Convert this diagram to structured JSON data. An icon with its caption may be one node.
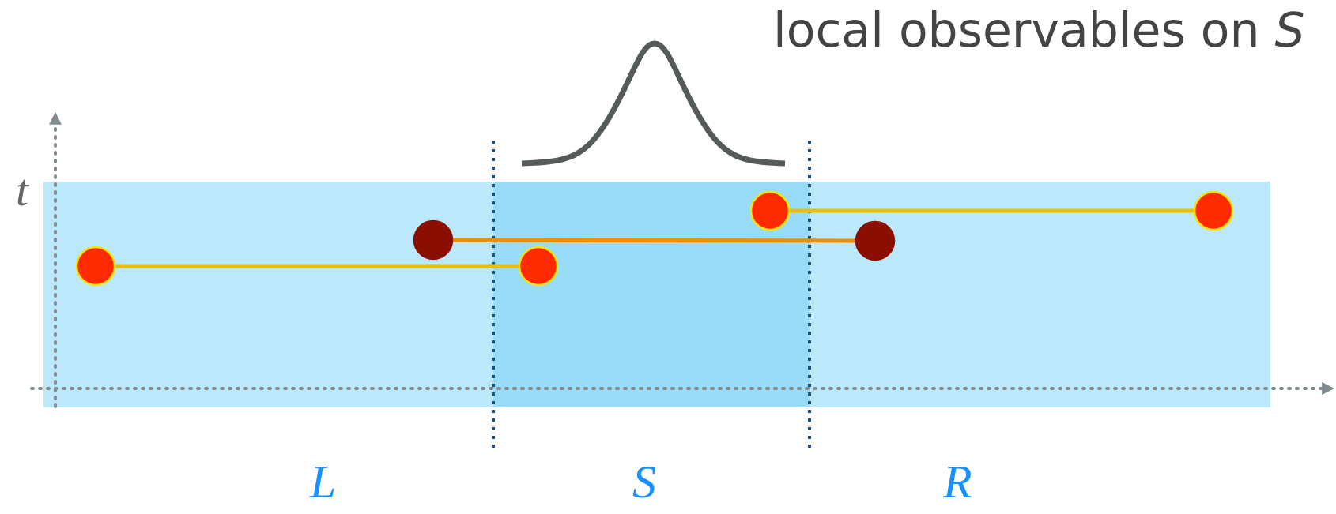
{
  "diagram": {
    "nodes": [
      {
        "text": [],
        "shape": "circle"
      },
      {
        "text": [],
        "shape": "circle"
      },
      {
        "text": [],
        "shape": "circle"
      },
      {
        "text": [],
        "shape": "circle"
      },
      {
        "text": [],
        "shape": "circle"
      },
      {
        "text": [],
        "shape": "circle"
      }
    ],
    "edges": [
      {
        "from": 0,
        "to": 2,
        "arrow": "none"
      },
      {
        "from": 1,
        "to": 4,
        "arrow": "none",
        "color": "#f28c00"
      },
      {
        "from": 3,
        "to": 5,
        "arrow": "none"
      }
    ],
    "labels": [
      "local observables on *S*",
      "t",
      "L",
      "S",
      "R"
    ]
  }
}
